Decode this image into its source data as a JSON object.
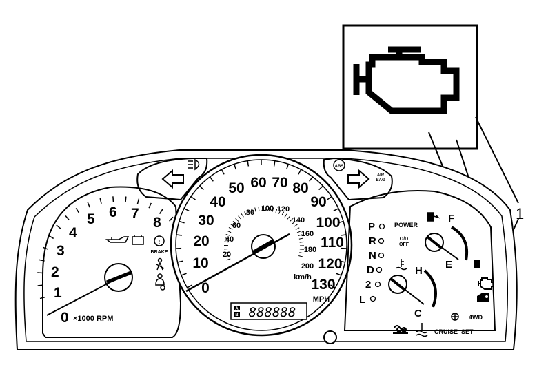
{
  "callout": {
    "number": "1"
  },
  "tach": {
    "ticks": [
      "0",
      "1",
      "2",
      "3",
      "4",
      "5",
      "6",
      "7",
      "8"
    ],
    "unit": "×1000 RPM",
    "brake_label": "BRAKE"
  },
  "speedo": {
    "mph_ticks": [
      "0",
      "10",
      "20",
      "30",
      "40",
      "50",
      "60",
      "70",
      "80",
      "90",
      "100",
      "110",
      "120",
      "130"
    ],
    "kmh_ticks": [
      "20",
      "40",
      "60",
      "80",
      "100",
      "120",
      "140",
      "160",
      "180",
      "200"
    ],
    "mph_unit": "MPH",
    "kmh_unit": "km/h",
    "odometer": "888888",
    "odo_badges": [
      "A",
      "B"
    ]
  },
  "right_gauge": {
    "gears": [
      "P",
      "R",
      "N",
      "D",
      "2",
      "L"
    ],
    "power_label": "POWER",
    "od_off_label": [
      "O/D",
      "OFF"
    ],
    "fuel_full": "F",
    "fuel_empty": "E",
    "temp_hot": "H",
    "temp_cold": "C",
    "four_wd": "4WD",
    "cruise": "CRUISE",
    "set": "SET"
  },
  "top_indicators": {
    "abs": "ABS",
    "airbag": [
      "AIR",
      "BAG"
    ]
  },
  "icons": [
    "check-engine-icon",
    "left-turn-icon",
    "right-turn-icon",
    "headlight-icon",
    "oil-icon",
    "battery-icon",
    "brake-icon",
    "seatbelt-icon",
    "airbag-person-icon",
    "fuel-pump-icon",
    "coolant-temp-icon",
    "abs-icon",
    "4wd-icon",
    "glow-plug-icon"
  ]
}
